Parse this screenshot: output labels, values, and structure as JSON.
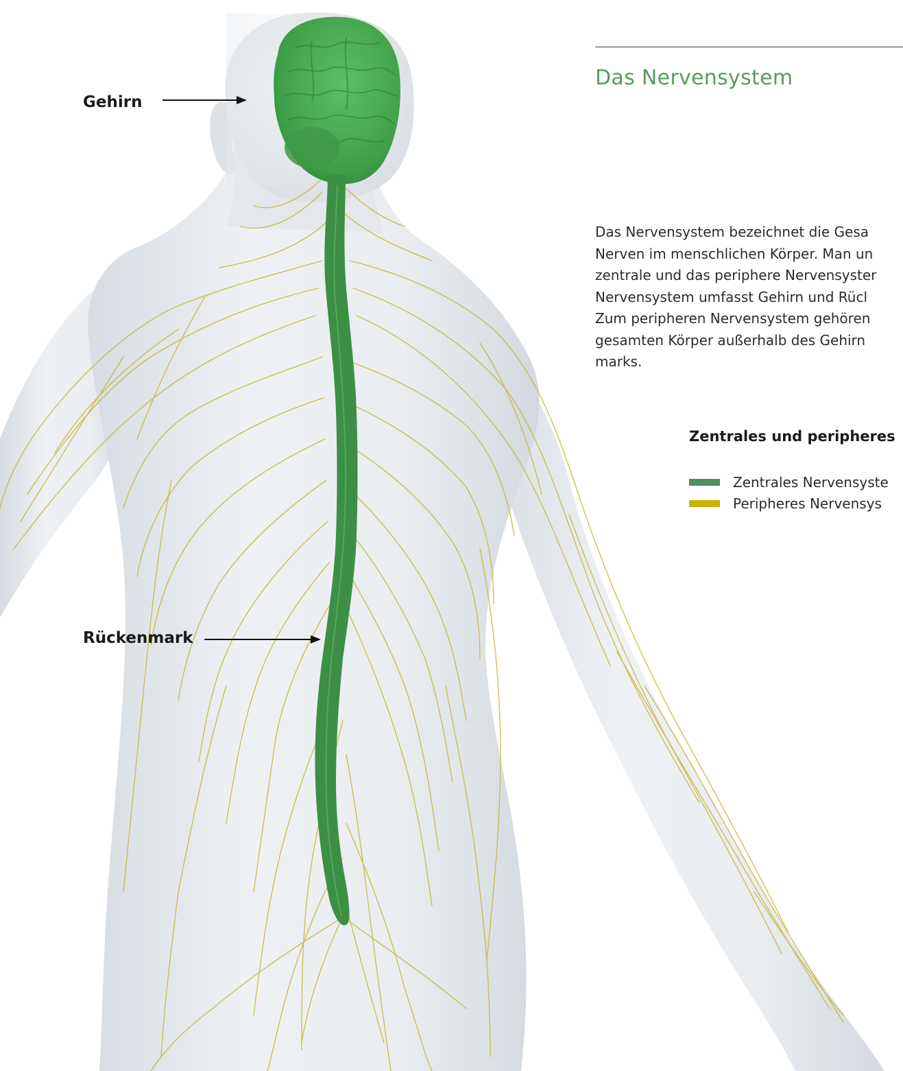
{
  "labels": {
    "brain": "Gehirn",
    "spinal_cord": "Rückenmark"
  },
  "heading": {
    "title": "Das Nervensystem"
  },
  "body_lines": [
    "Das Nervensystem bezeichnet die Gesa",
    "Nerven im menschlichen Körper. Man un",
    "zentrale und das periphere Nervensyster",
    "Nervensystem umfasst Gehirn und Rücl",
    "Zum peripheren Nervensystem gehören",
    "gesamten Körper außerhalb des Gehirn",
    "marks."
  ],
  "legend": {
    "title": "Zentrales und peripheres",
    "items": [
      {
        "label": "Zentrales Nervensyste",
        "color": "#4e8f5c"
      },
      {
        "label": "Peripheres Nervensys",
        "color": "#c8b400"
      }
    ]
  },
  "colors": {
    "title_green": "#5a9a62",
    "brain_green": "#4caf50",
    "spine_green": "#3d8f45",
    "nerve_yellow": "#c9b43a",
    "body_gray": "#e7ebef"
  }
}
